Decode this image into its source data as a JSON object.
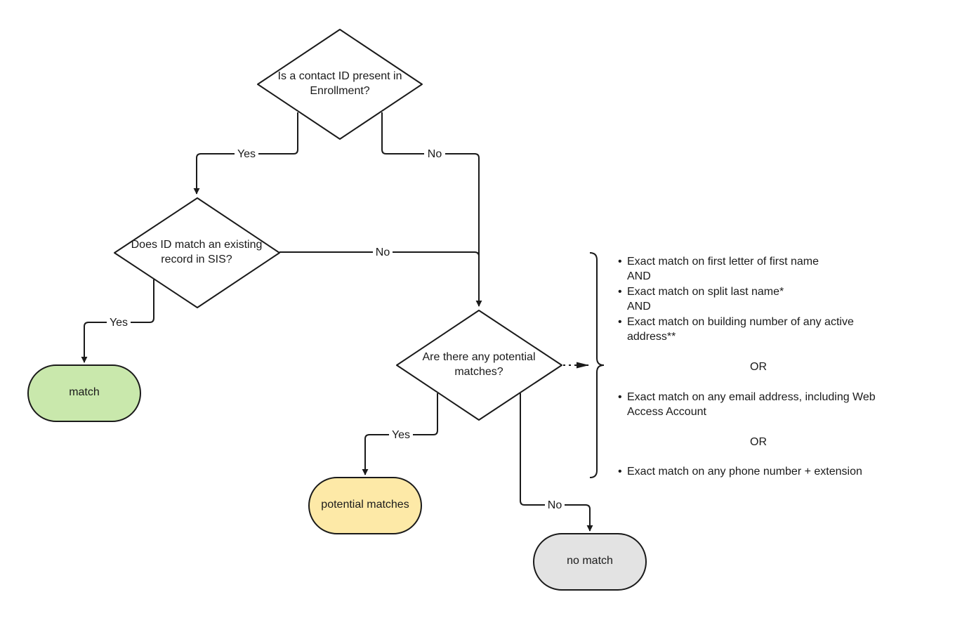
{
  "nodes": {
    "q_contact_id": [
      "Is a contact ID present in",
      "Enrollment?"
    ],
    "q_id_match": [
      "Does ID match an existing",
      "record in SIS?"
    ],
    "q_potential": [
      "Are there any potential",
      "matches?"
    ],
    "t_match": "match",
    "t_potential": "potential matches",
    "t_no_match": "no match"
  },
  "edges": {
    "yes_1": "Yes",
    "no_1": "No",
    "no_2": "No",
    "yes_2": "Yes",
    "yes_3": "Yes",
    "no_3": "No"
  },
  "criteria": {
    "b1": "Exact match on first letter of first name",
    "and1": "AND",
    "b2": "Exact match on split last name*",
    "and2": "AND",
    "b3_l1": "Exact match on building number of any active",
    "b3_l2": "address**",
    "or1": "OR",
    "b4_l1": "Exact match on any email address, including Web",
    "b4_l2": "Access Account",
    "or2": "OR",
    "b5": "Exact match on any phone number + extension"
  },
  "colors": {
    "match_fill": "#c9e8ac",
    "potential_fill": "#fde9a7",
    "no_match_fill": "#e3e3e3",
    "stroke": "#1a1a1a"
  }
}
